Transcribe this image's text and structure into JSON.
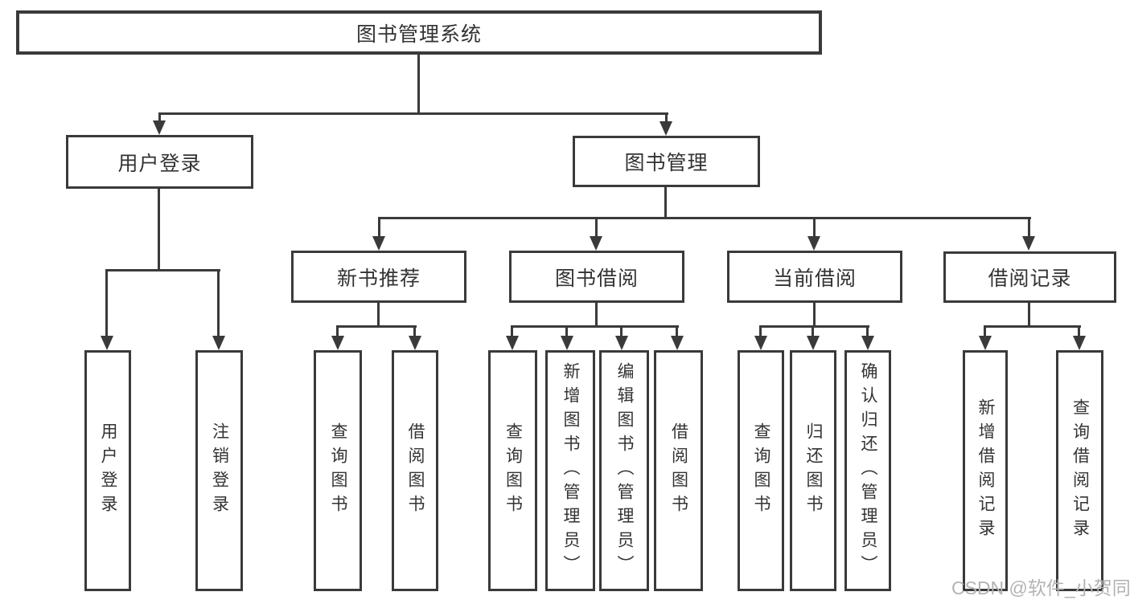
{
  "colors": {
    "line": "#3a3a3a",
    "text": "#333333",
    "watermark": "#b3b3b3",
    "background": "#ffffff"
  },
  "watermark": {
    "text": "CSDN @软件_小贺同学"
  },
  "diagram": {
    "root": {
      "label": "图书管理系统"
    },
    "branches": {
      "user_login": {
        "label": "用户登录",
        "children": [
          {
            "label": "用户登录"
          },
          {
            "label": "注销登录"
          }
        ]
      },
      "book_management": {
        "label": "图书管理",
        "sections": [
          {
            "label": "新书推荐",
            "children": [
              {
                "label": "查询图书"
              },
              {
                "label": "借阅图书"
              }
            ]
          },
          {
            "label": "图书借阅",
            "children": [
              {
                "label": "查询图书"
              },
              {
                "label": "新增图书（管理员）"
              },
              {
                "label": "编辑图书（管理员）"
              },
              {
                "label": "借阅图书"
              }
            ]
          },
          {
            "label": "当前借阅",
            "children": [
              {
                "label": "查询图书"
              },
              {
                "label": "归还图书"
              },
              {
                "label": "确认归还（管理员）"
              }
            ]
          },
          {
            "label": "借阅记录",
            "children": [
              {
                "label": "新增借阅记录"
              },
              {
                "label": "查询借阅记录"
              }
            ]
          }
        ]
      }
    }
  }
}
